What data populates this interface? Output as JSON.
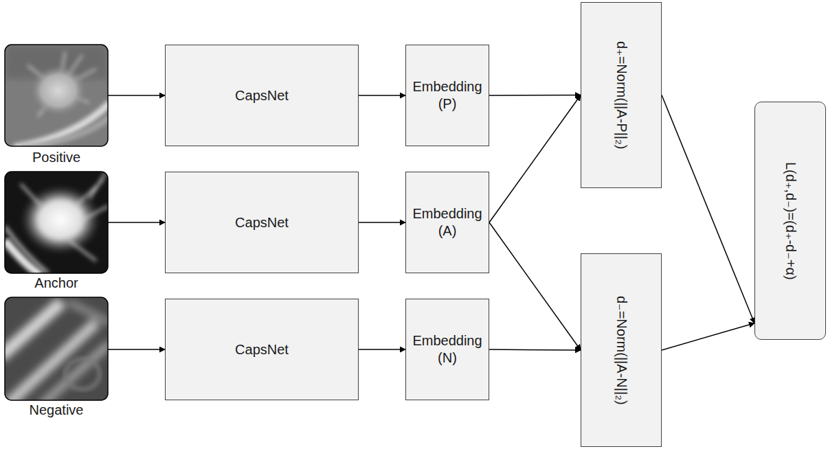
{
  "diagram": {
    "nodes": [
      {
        "text": [
          "CapsNet"
        ]
      },
      {
        "text": [
          "Embedding (P)"
        ]
      },
      {
        "text": [
          "d₊=Norm(||A-P||₂)"
        ]
      },
      {
        "text": [
          "CapsNet"
        ]
      },
      {
        "text": [
          "Embedding (A)"
        ]
      },
      {
        "text": [
          "L(d₊,d₋)=(d₊-d₋+α)"
        ]
      },
      {
        "text": [
          "CapsNet"
        ]
      },
      {
        "text": [
          "Embedding (N)"
        ]
      },
      {
        "text": [
          "d₋=Norm(||A-N||₂)"
        ]
      }
    ],
    "edges": [
      {
        "from": 0,
        "to": 1,
        "arrow": "to"
      },
      {
        "from": 1,
        "to": 2,
        "arrow": "to"
      },
      {
        "from": 3,
        "to": 4,
        "arrow": "to"
      },
      {
        "from": 4,
        "to": 2,
        "arrow": "to"
      },
      {
        "from": 4,
        "to": 8,
        "arrow": "to"
      },
      {
        "from": 6,
        "to": 7,
        "arrow": "to"
      },
      {
        "from": 7,
        "to": 8,
        "arrow": "to"
      },
      {
        "from": 2,
        "to": 5,
        "arrow": "to"
      },
      {
        "from": 8,
        "to": 5,
        "arrow": "to"
      }
    ],
    "labels": [
      "Positive",
      "Anchor",
      "Negative"
    ]
  }
}
